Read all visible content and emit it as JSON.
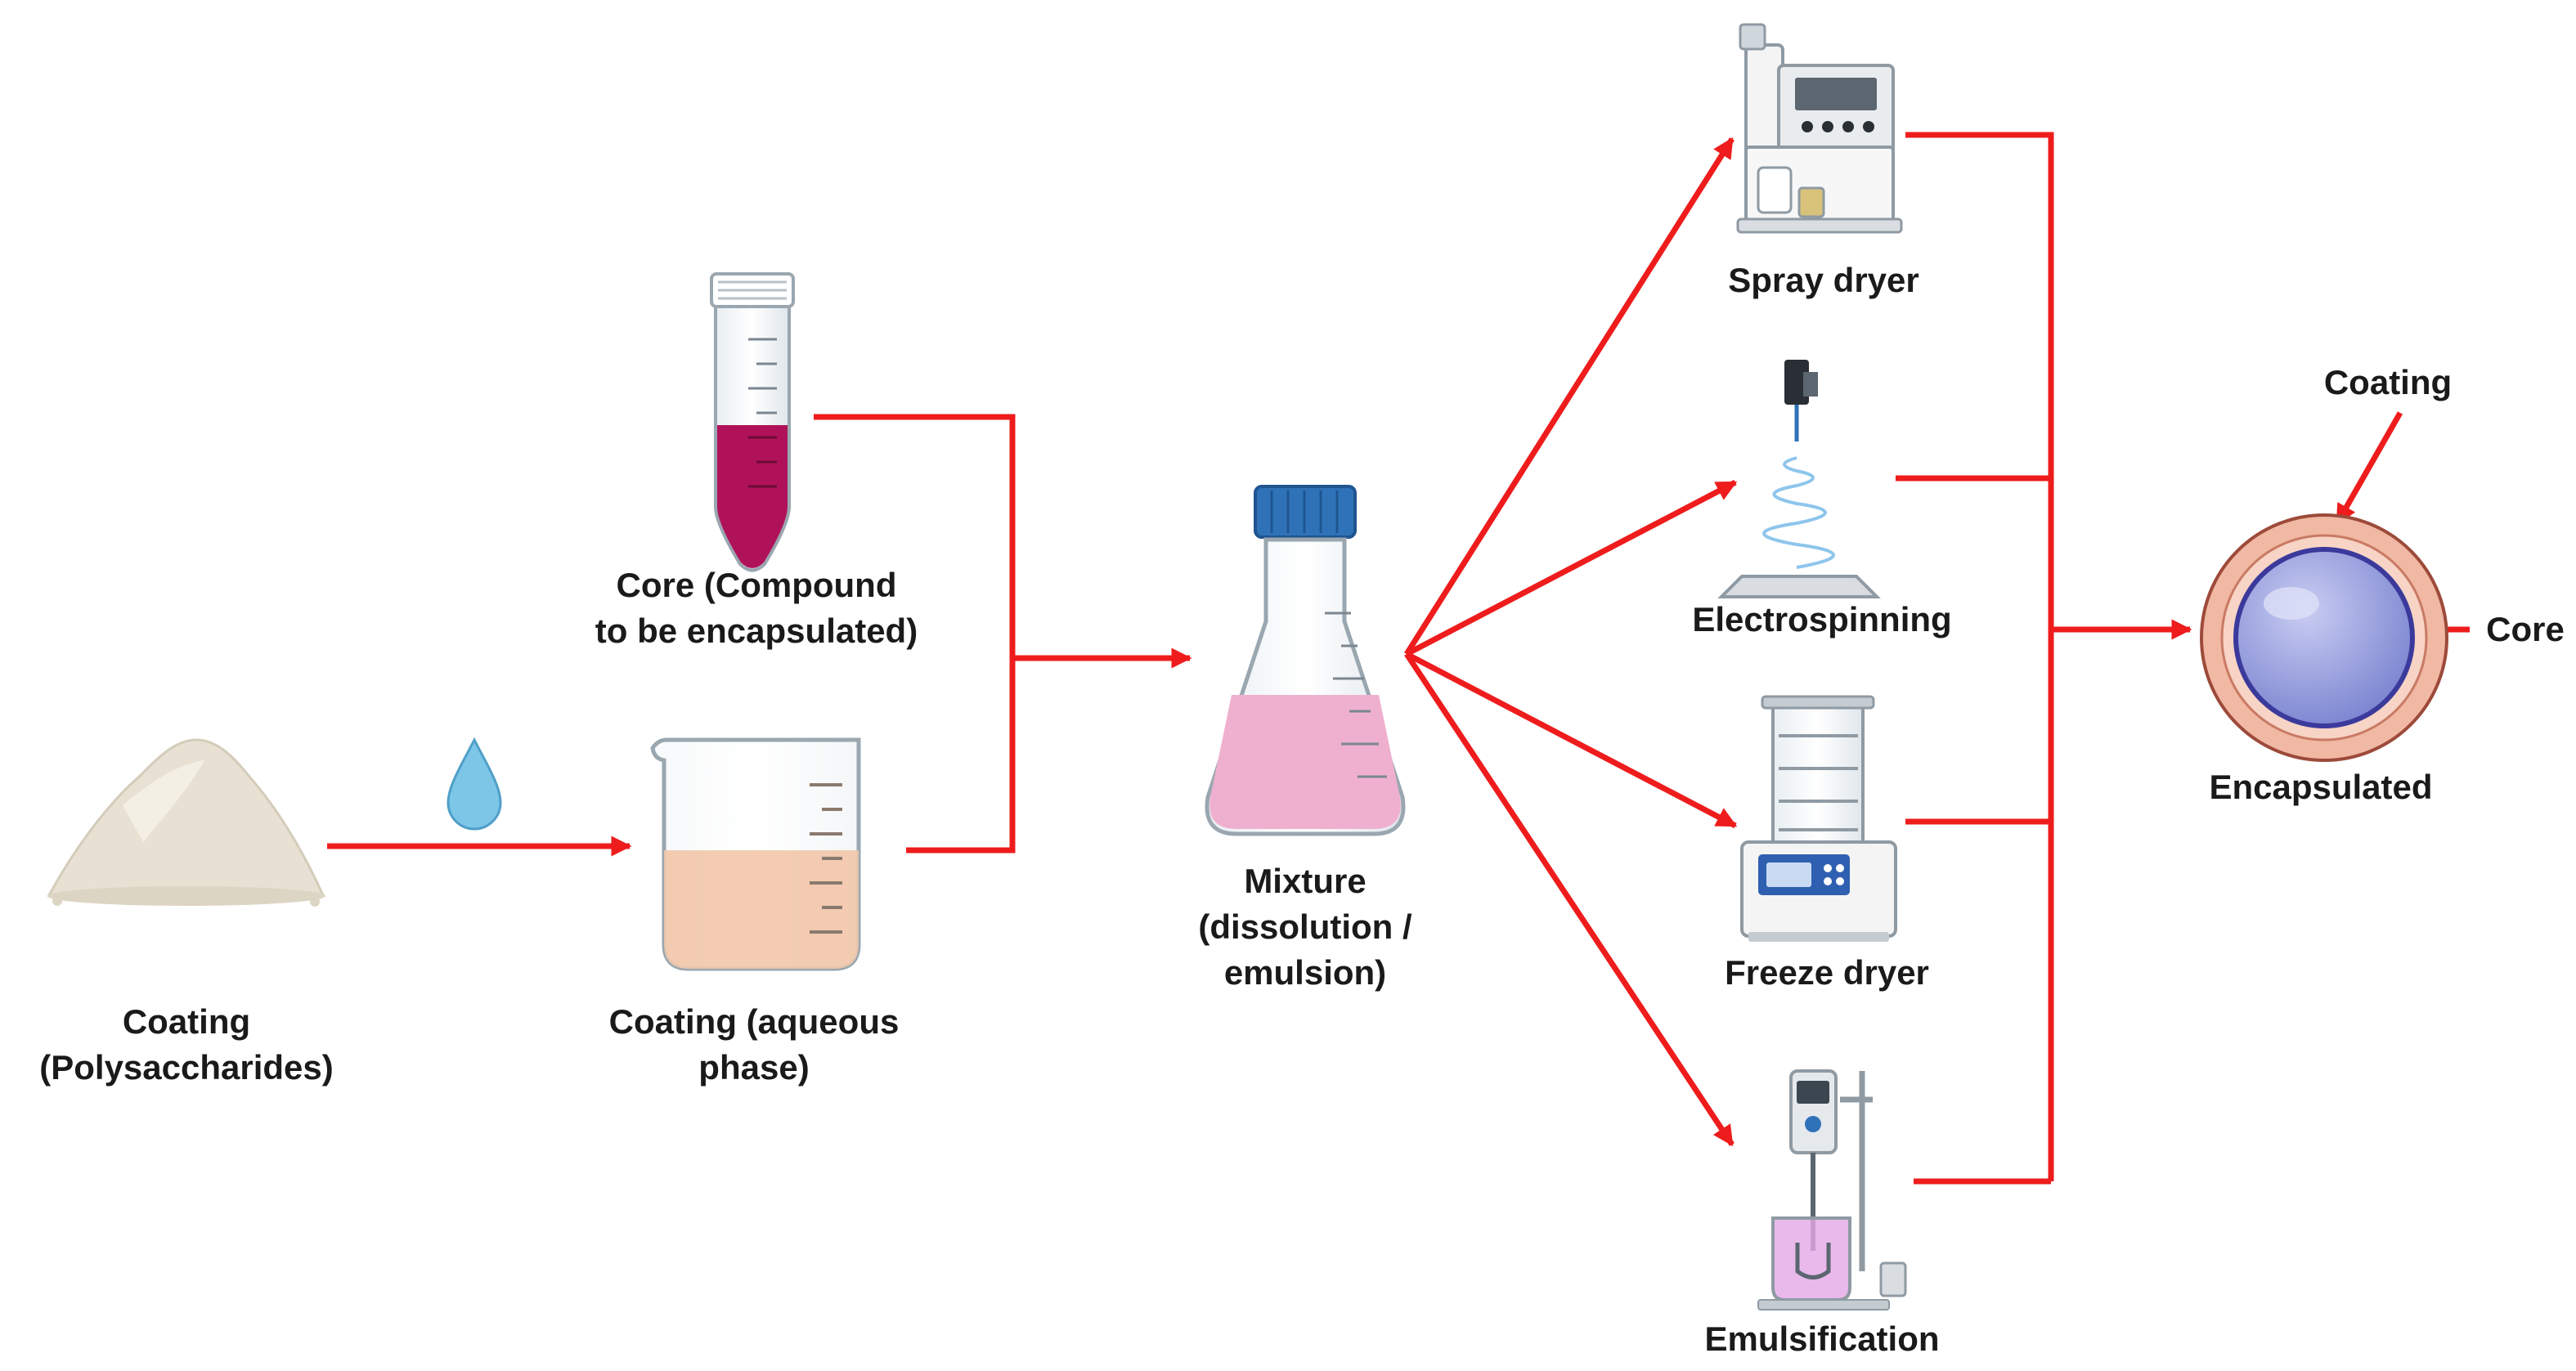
{
  "labels": {
    "coating_powder": [
      "Coating",
      "(Polysaccharides)"
    ],
    "coating_aqueous": [
      "Coating (aqueous",
      "phase)"
    ],
    "core": [
      "Core (Compound",
      "to be encapsulated)"
    ],
    "mixture": [
      "Mixture",
      "(dissolution /",
      "emulsion)"
    ],
    "spray_dryer": "Spray dryer",
    "electrospinning": "Electrospinning",
    "freeze_dryer": "Freeze dryer",
    "emulsification": "Emulsification",
    "encapsulated": "Encapsulated",
    "coating_pointer": "Coating",
    "core_pointer": "Core"
  },
  "colors": {
    "arrow": "#ee1c1c",
    "core_liquid": "#b0125a",
    "aqueous_liquid": "#f2c9ad",
    "mixture_liquid": "#efb0cf",
    "cap_blue": "#2f72b8",
    "powder": "#e8e1d3",
    "droplet": "#7ec6e8",
    "capsule_shell": "#f1b8a3",
    "capsule_core": "#8d96d8"
  },
  "icons": [
    "powder-pile-icon",
    "water-drop-icon",
    "beaker-icon",
    "falcon-tube-icon",
    "erlenmeyer-flask-icon",
    "spray-dryer-icon",
    "electrospinning-icon",
    "freeze-dryer-icon",
    "homogenizer-icon",
    "capsule-icon"
  ]
}
